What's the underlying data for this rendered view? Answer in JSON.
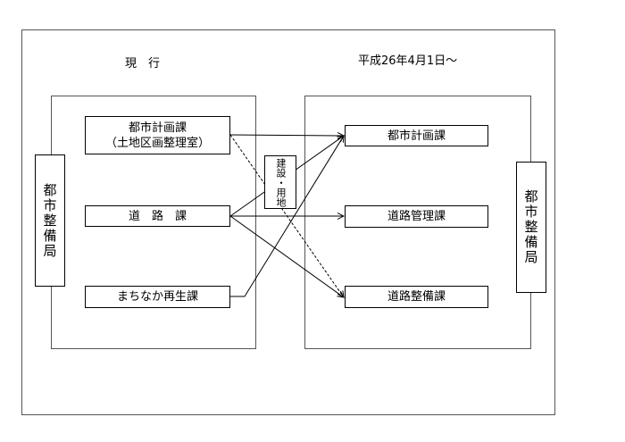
{
  "headings": {
    "current": "現　行",
    "new": "平成26年4月1日～"
  },
  "bureau": {
    "left": "都市整備局",
    "right": "都市整備局"
  },
  "current_units": {
    "urban_planning_line1": "都市計画課",
    "urban_planning_line2": "（土地区画整理室）",
    "roads": "道　路　課",
    "machinaka": "まちなか再生課"
  },
  "new_units": {
    "urban_planning": "都市計画課",
    "road_management": "道路管理課",
    "road_maintenance": "道路整備課"
  },
  "transfer_note": {
    "line1": "建設・",
    "line2": "用地"
  }
}
